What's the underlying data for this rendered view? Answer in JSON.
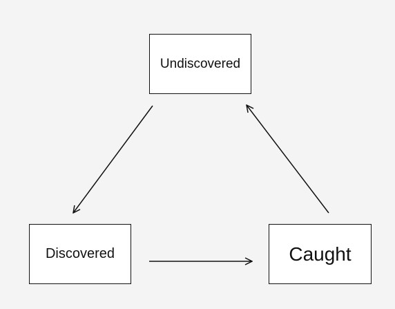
{
  "diagram": {
    "nodes": {
      "undiscovered": "Undiscovered",
      "discovered": "Discovered",
      "caught": "Caught"
    },
    "edges": [
      {
        "from": "Undiscovered",
        "to": "Discovered"
      },
      {
        "from": "Discovered",
        "to": "Caught"
      },
      {
        "from": "Caught",
        "to": "Undiscovered"
      }
    ]
  }
}
